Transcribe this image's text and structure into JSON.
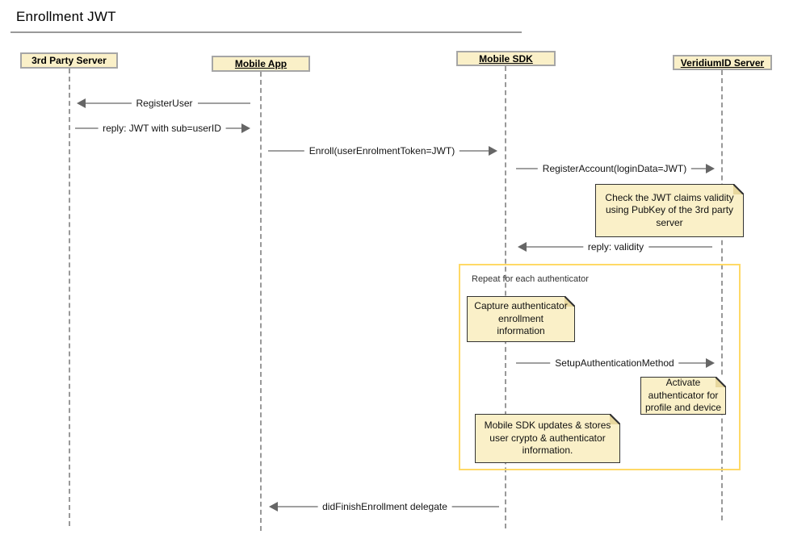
{
  "diagram": {
    "title": "Enrollment JWT"
  },
  "actors": [
    {
      "label": "3rd Party Server"
    },
    {
      "label": "Mobile App"
    },
    {
      "label": "Mobile SDK"
    },
    {
      "label": "VeridiumID Server"
    }
  ],
  "messages": [
    {
      "label": "RegisterUser",
      "from": "Mobile App",
      "to": "3rd Party Server",
      "direction": "left"
    },
    {
      "label": "reply: JWT with sub=userID",
      "from": "3rd Party Server",
      "to": "Mobile App",
      "direction": "right"
    },
    {
      "label": "Enroll(userEnrolmentToken=JWT)",
      "from": "Mobile App",
      "to": "Mobile SDK",
      "direction": "right"
    },
    {
      "label": "RegisterAccount(loginData=JWT)",
      "from": "Mobile SDK",
      "to": "VeridiumID Server",
      "direction": "right"
    },
    {
      "label": "reply: validity",
      "from": "VeridiumID Server",
      "to": "Mobile SDK",
      "direction": "left"
    },
    {
      "label": "SetupAuthenticationMethod",
      "from": "Mobile SDK",
      "to": "VeridiumID Server",
      "direction": "right"
    },
    {
      "label": "didFinishEnrollment delegate",
      "from": "Mobile SDK",
      "to": "Mobile App",
      "direction": "left"
    }
  ],
  "notes": [
    {
      "text": "Check the JWT claims validity using PubKey of the 3rd party server"
    },
    {
      "text": "Capture authenticator enrollment information"
    },
    {
      "text": "Activate authenticator for profile and device"
    },
    {
      "text": "Mobile SDK updates & stores user crypto & authenticator information."
    }
  ],
  "loop": {
    "label": "Repeat for each authenticator"
  },
  "colors": {
    "box_fill": "#FAF0C8",
    "actor_border": "#A6A6A6",
    "note_border": "#333333",
    "loop_border": "#FFD966",
    "lifeline": "#999999",
    "arrow_line": "#A0A0A0",
    "arrow_head": "#666666"
  }
}
